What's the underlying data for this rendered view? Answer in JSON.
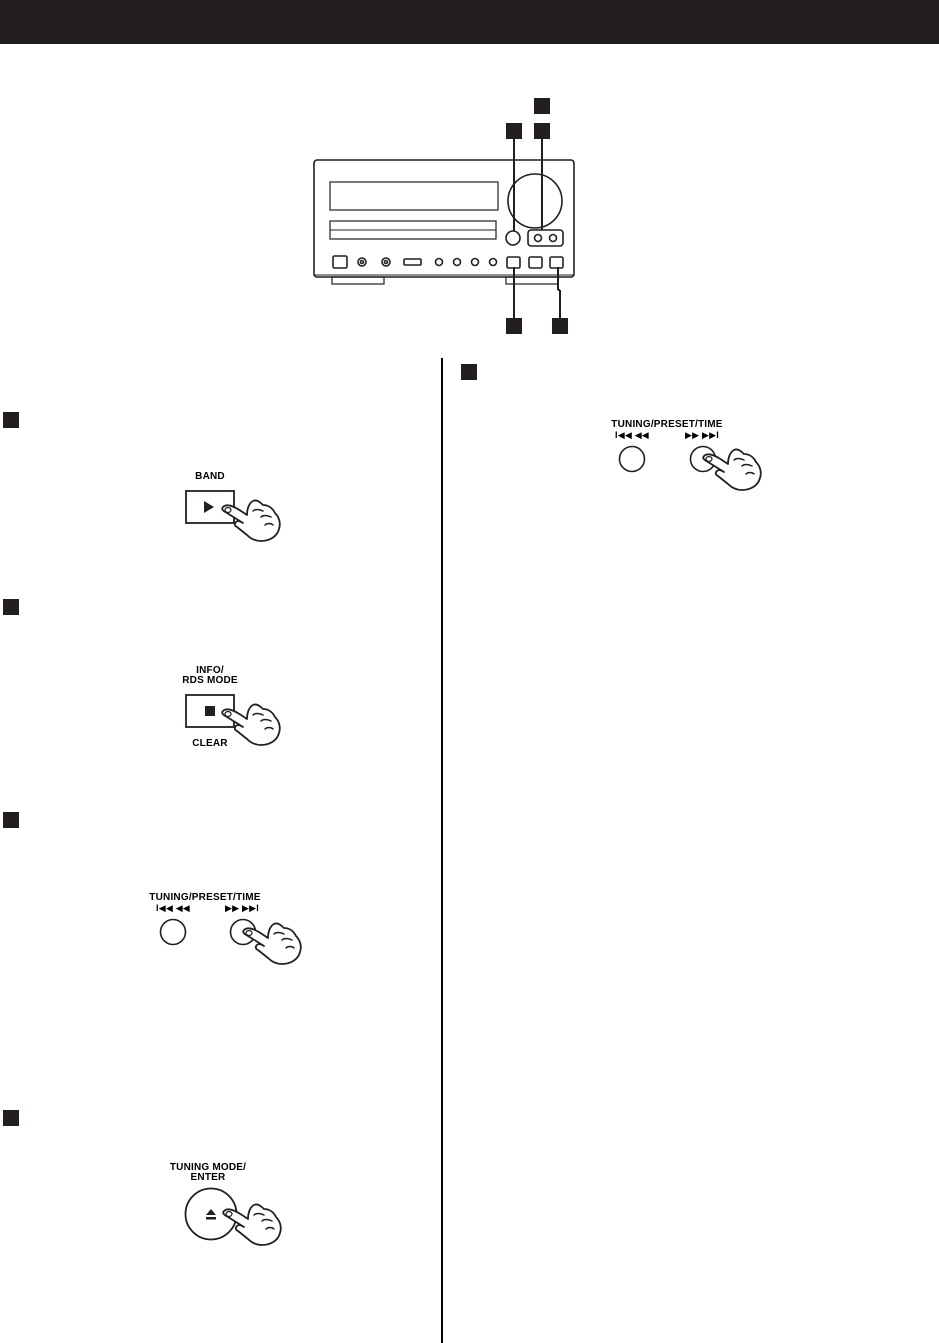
{
  "labels": {
    "band": "BAND",
    "info_line1": "INFO/",
    "info_line2": "RDS MODE",
    "clear": "CLEAR",
    "tuning_preset_time_a": "TUNING/PRESET/TIME",
    "skip_back_a": "I◀◀ ◀◀",
    "skip_fwd_a": "▶▶ ▶▶I",
    "tuning_preset_time_b": "TUNING/PRESET/TIME",
    "skip_back_b": "I◀◀ ◀◀",
    "skip_fwd_b": "▶▶ ▶▶I",
    "tuning_mode_line1": "TUNING MODE/",
    "tuning_mode_line2": "ENTER"
  },
  "icons": {
    "band_button": "play-icon",
    "info_button": "stop-icon",
    "enter_button": "eject-icon",
    "hand": "pointing-hand-icon"
  },
  "colors": {
    "ink": "#231f20",
    "background": "#ffffff"
  }
}
